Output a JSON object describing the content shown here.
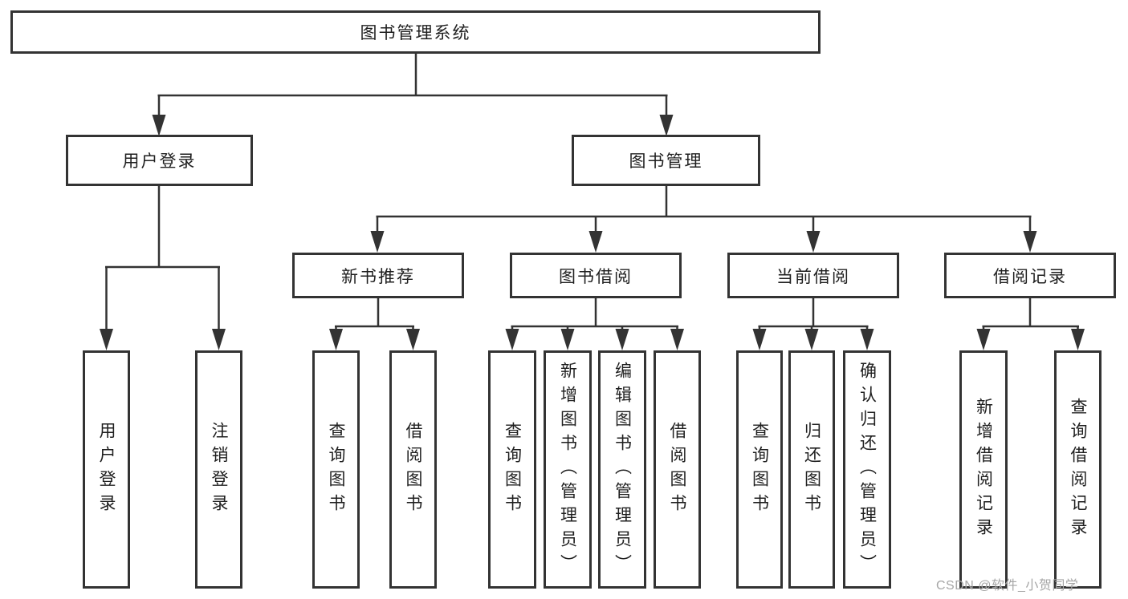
{
  "tree": {
    "label": "图书管理系统",
    "children": [
      {
        "label": "用户登录",
        "children": [
          {
            "label": "用户登录"
          },
          {
            "label": "注销登录"
          }
        ]
      },
      {
        "label": "图书管理",
        "children": [
          {
            "label": "新书推荐",
            "children": [
              {
                "label": "查询图书"
              },
              {
                "label": "借阅图书"
              }
            ]
          },
          {
            "label": "图书借阅",
            "children": [
              {
                "label": "查询图书"
              },
              {
                "label": "新增图书（管理员）"
              },
              {
                "label": "编辑图书（管理员）"
              },
              {
                "label": "借阅图书"
              }
            ]
          },
          {
            "label": "当前借阅",
            "children": [
              {
                "label": "查询图书"
              },
              {
                "label": "归还图书"
              },
              {
                "label": "确认归还（管理员）"
              }
            ]
          },
          {
            "label": "借阅记录",
            "children": [
              {
                "label": "新增借阅记录"
              },
              {
                "label": "查询借阅记录"
              }
            ]
          }
        ]
      }
    ]
  },
  "watermark": "CSDN @软件_小贺同学",
  "colors": {
    "page_bg": "#ffffff",
    "line": "#333333",
    "box_border": "#333333",
    "box_bg": "#ffffff",
    "text": "#1f1f1f",
    "watermark": "#a6a6a6"
  }
}
